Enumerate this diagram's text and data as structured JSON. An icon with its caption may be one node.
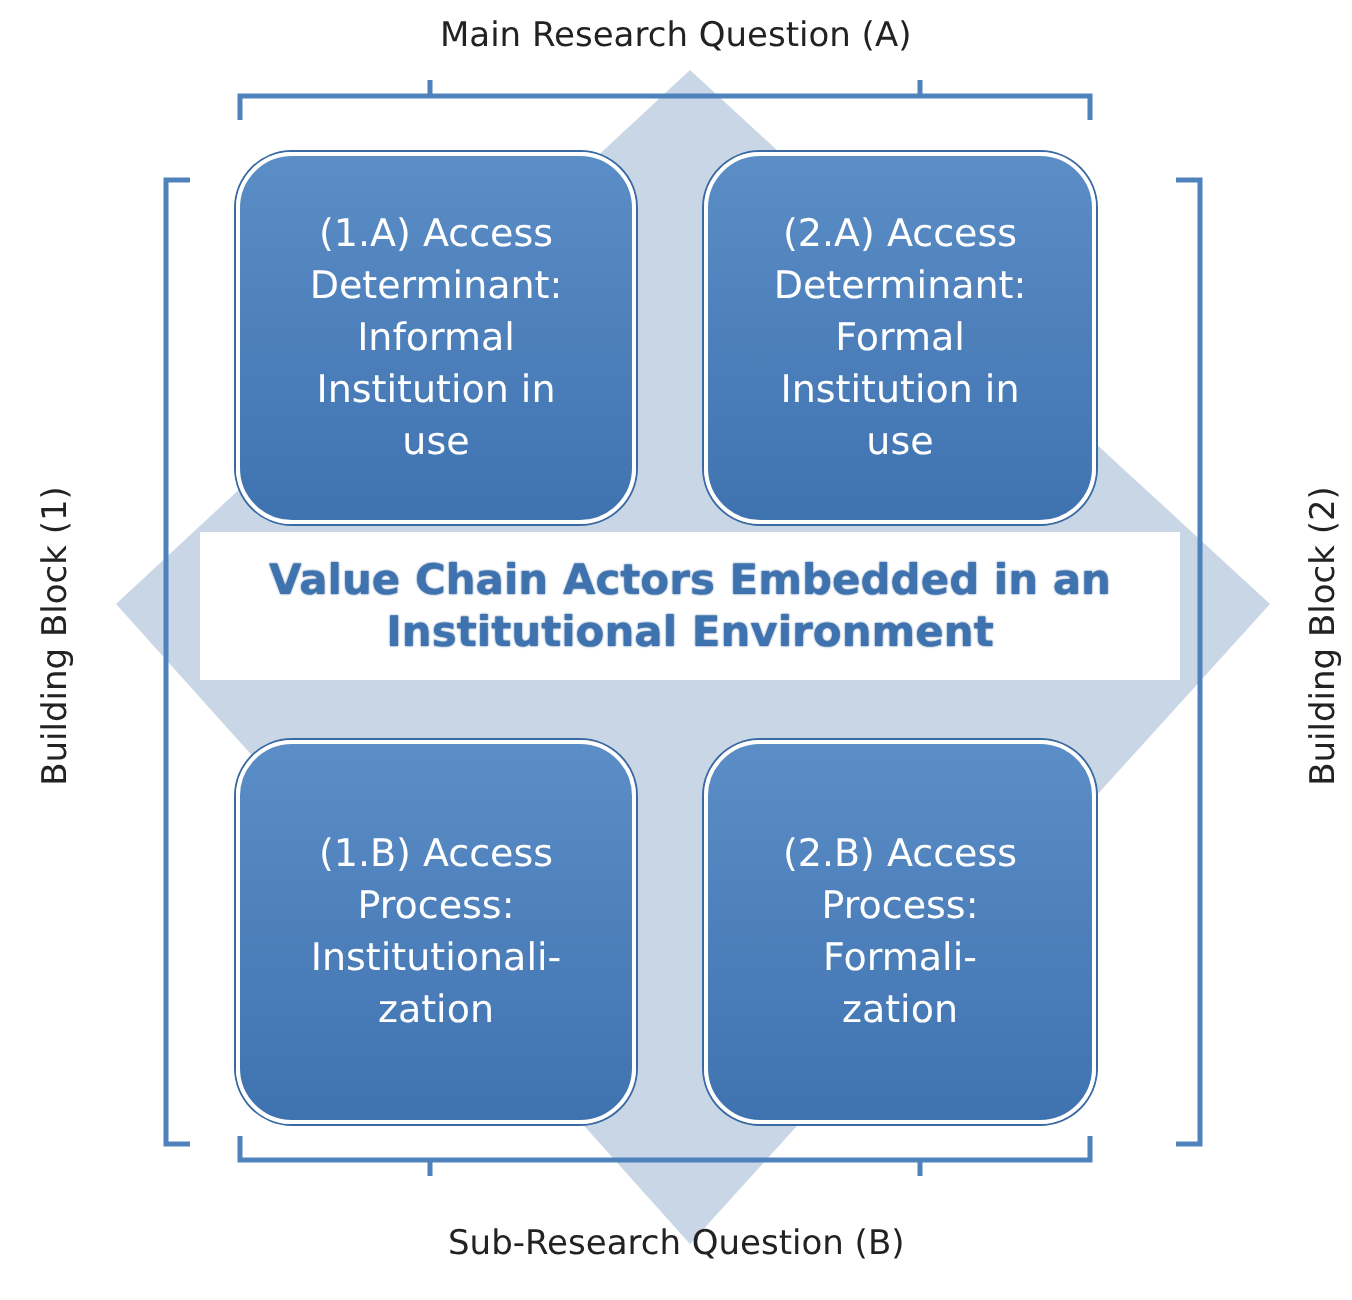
{
  "diagram": {
    "nodes": [
      {
        "text": [
          "(1.A) Access Determinant: Informal Institution in use"
        ]
      },
      {
        "text": [
          "(2.A) Access Determinant: Formal Institution in use"
        ]
      },
      {
        "text": [
          "Value Chain Actors Embedded in an Institutional Environment"
        ]
      },
      {
        "text": [
          "(1.B) Access Process: Institutionali-zation"
        ]
      },
      {
        "text": [
          "(2.B) Access Process: Formali-zation"
        ]
      }
    ],
    "labels": [
      "Main Research Question (A)",
      "Building Block (1)",
      "Building Block (2)",
      "Sub-Research Question (B)"
    ]
  }
}
